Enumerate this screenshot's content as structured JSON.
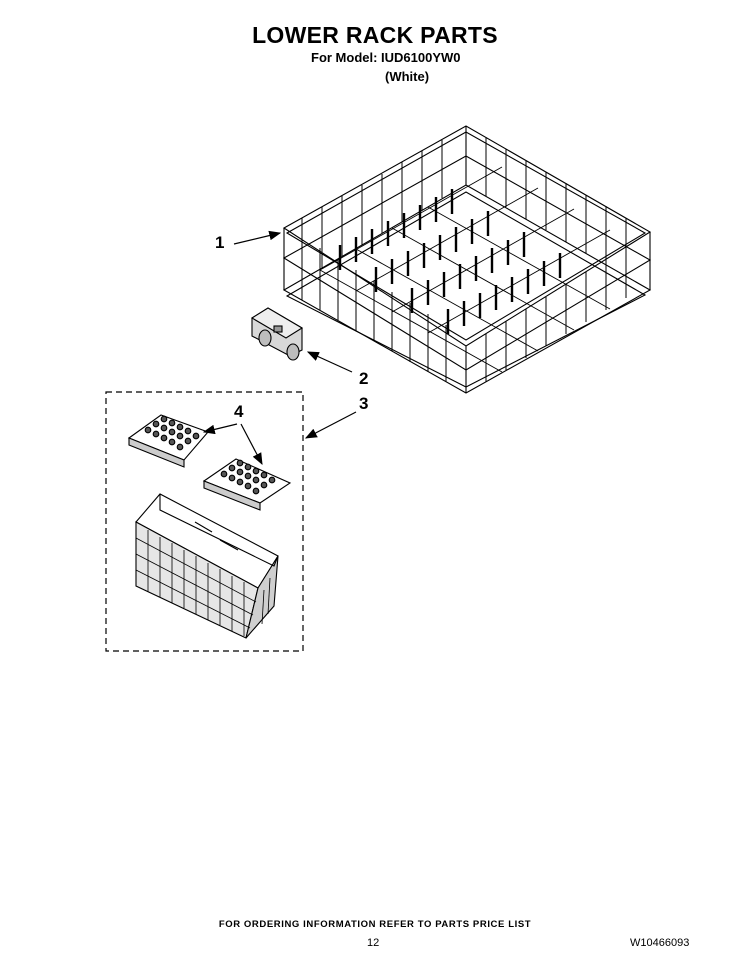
{
  "header": {
    "title": "LOWER RACK PARTS",
    "model_line": "For Model: IUD6100YW0",
    "variant": "(White)"
  },
  "callouts": [
    {
      "id": "1",
      "label": "1"
    },
    {
      "id": "2",
      "label": "2"
    },
    {
      "id": "3",
      "label": "3"
    },
    {
      "id": "4",
      "label": "4"
    }
  ],
  "footer": {
    "note": "FOR ORDERING INFORMATION REFER TO PARTS PRICE LIST",
    "page_number": "12",
    "document_number": "W10466093"
  }
}
